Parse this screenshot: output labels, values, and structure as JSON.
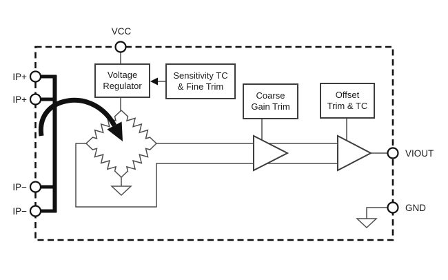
{
  "pins": {
    "vcc": "VCC",
    "ip_plus_a": "IP+",
    "ip_plus_b": "IP+",
    "ip_minus_a": "IP−",
    "ip_minus_b": "IP−",
    "viout": "VIOUT",
    "gnd": "GND"
  },
  "blocks": {
    "voltage_regulator": {
      "line1": "Voltage",
      "line2": "Regulator"
    },
    "sensitivity_trim": {
      "line1": "Sensitivity TC",
      "line2": "& Fine Trim"
    },
    "coarse_gain_trim": {
      "line1": "Coarse",
      "line2": "Gain Trim"
    },
    "offset_trim": {
      "line1": "Offset",
      "line2": "Trim & TC"
    }
  },
  "symbols": {
    "hall_bridge": "wheatstone-bridge",
    "coupling_arrow": "magnetic-coupling-arrow",
    "amplifier_1": "gain-amplifier",
    "amplifier_2": "output-amplifier"
  },
  "colors": {
    "wire": "#4d4d4d",
    "outline": "#3d3d3d",
    "bold": "#111111",
    "text": "#1a1a1a",
    "background": "#ffffff"
  }
}
